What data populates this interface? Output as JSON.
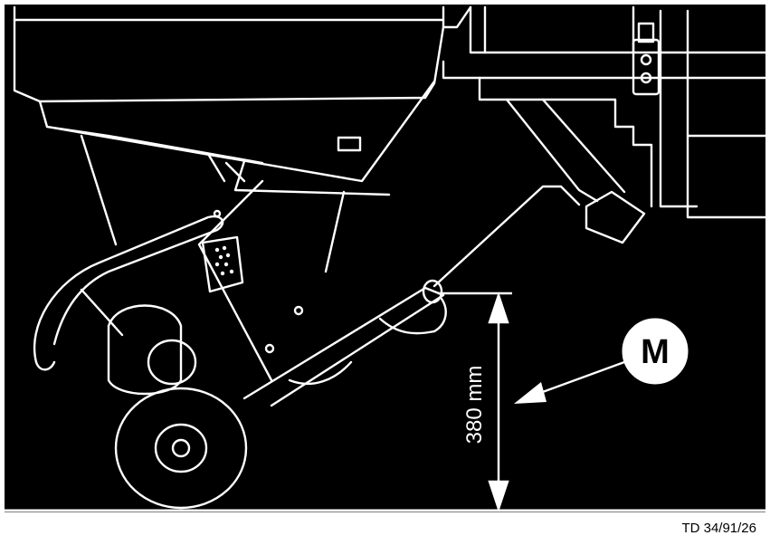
{
  "figure": {
    "callout_label": "M",
    "dimension_label": "380 mm",
    "reference_code": "TD 34/91/26"
  },
  "colors": {
    "background": "#000000",
    "line": "#ffffff",
    "paper": "#ffffff"
  }
}
